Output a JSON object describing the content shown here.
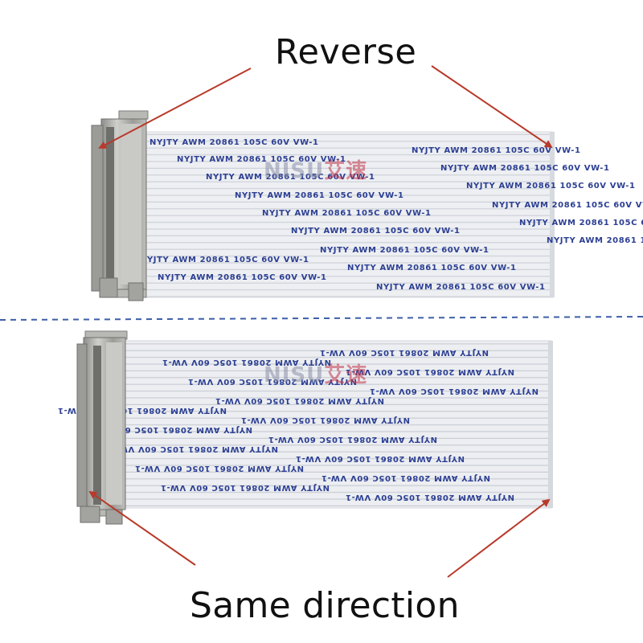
{
  "captions": {
    "top": "Reverse",
    "bottom": "Same direction"
  },
  "watermark": {
    "latin": "NISU",
    "cjk": "艾速"
  },
  "cable_print": {
    "line": "NYJTY AWM 20861 105C 60V VW-1"
  },
  "colors": {
    "arrow": "#b83a2a",
    "divider": "#3d5fa8",
    "cable_ink": "#2c3f93",
    "cable_body": "#e9ebee",
    "connector": "#a9a9a6"
  }
}
